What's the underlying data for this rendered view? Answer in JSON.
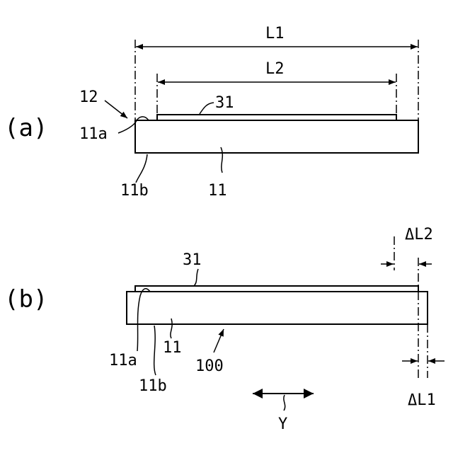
{
  "panel_a": {
    "label": "(a)",
    "dim_l1": "L1",
    "dim_l2": "L2",
    "ref_12": "12",
    "ref_31": "31",
    "ref_11a": "11a",
    "ref_11b": "11b",
    "ref_11": "11"
  },
  "panel_b": {
    "label": "(b)",
    "ref_31": "31",
    "dim_dl2": "ΔL2",
    "dim_dl1": "ΔL1",
    "ref_11a": "11a",
    "ref_11": "11",
    "ref_11b": "11b",
    "ref_100": "100",
    "axis_y": "Y"
  }
}
